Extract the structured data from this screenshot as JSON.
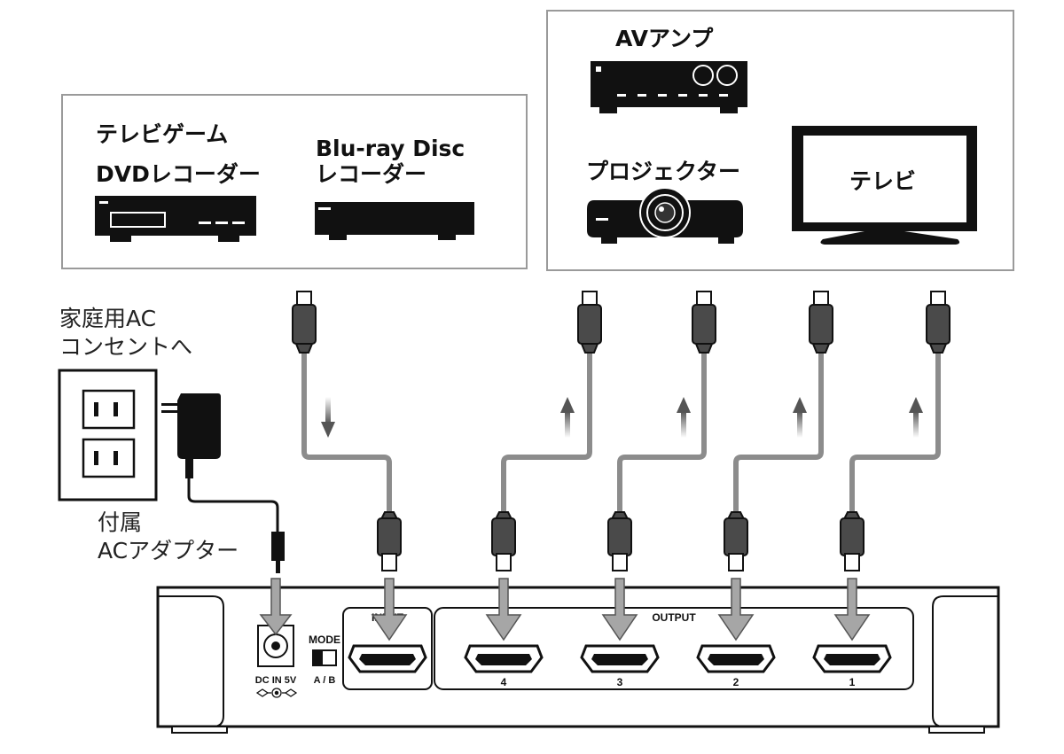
{
  "sources": {
    "game_label": "テレビゲーム",
    "dvd_label": "DVDレコーダー",
    "bluray_label_1": "Blu-ray Disc",
    "bluray_label_2": "レコーダー"
  },
  "outputs": {
    "av_amp_label": "AVアンプ",
    "projector_label": "プロジェクター",
    "tv_label": "テレビ"
  },
  "power": {
    "outlet_label_1": "家庭用AC",
    "outlet_label_2": "コンセントへ",
    "adapter_label_1": "付属",
    "adapter_label_2": "ACアダプター"
  },
  "device": {
    "dc_in_label": "DC IN 5V",
    "mode_label": "MODE",
    "mode_ab_label": "A / B",
    "input_label": "INPUT",
    "output_label": "OUTPUT",
    "port_numbers": [
      "4",
      "3",
      "2",
      "1"
    ]
  },
  "colors": {
    "cable": "#8c8c8c",
    "connector": "#4a4a4a",
    "arrow": "#a6a6a6",
    "box_border": "#9a9a9a"
  }
}
